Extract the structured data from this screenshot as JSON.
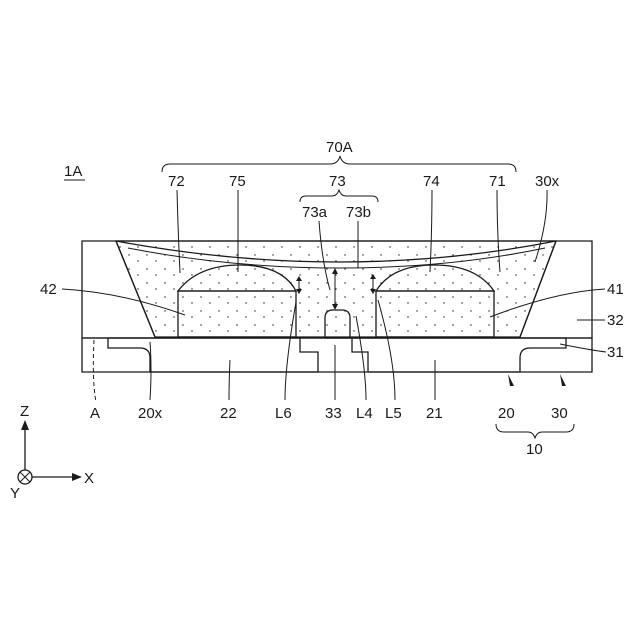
{
  "figure_id": "1A",
  "labels": {
    "group_70A": "70A",
    "lens_72": "72",
    "lens_75": "75",
    "group_73": "73",
    "part_73a": "73a",
    "part_73b": "73b",
    "lens_74": "74",
    "lens_71": "71",
    "edge_30x": "30x",
    "chip_42": "42",
    "chip_41": "41",
    "body_32": "32",
    "body_31": "31",
    "ref_A": "A",
    "edge_20x": "20x",
    "lead_22": "22",
    "dist_L6": "L6",
    "part_33": "33",
    "dist_L4": "L4",
    "dist_L5": "L5",
    "lead_21": "21",
    "part_20": "20",
    "part_30": "30",
    "group_10": "10"
  },
  "axes": {
    "z": "Z",
    "x": "X",
    "y": "Y"
  }
}
